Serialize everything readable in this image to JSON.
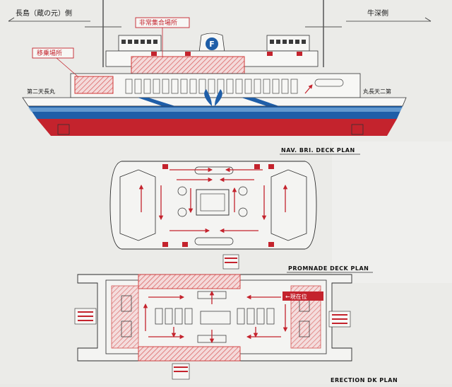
{
  "top_left_label": "長島（蔵の元）側",
  "top_right_label": "牛深側",
  "ship_name_left": "第二天長丸",
  "ship_name_right": "丸長天二第",
  "emergency_assembly_label": "非常集合場所",
  "transfer_place_label": "移乗場所",
  "funnel_logo_letter": "F",
  "plan1_title": "NAV. BRI. DECK PLAN",
  "plan2_title": "PROMNADE DECK PLAN",
  "plan3_title": "ERECTION DK PLAN",
  "current_location_label": "←現在位",
  "colors": {
    "hull_red": "#c4232d",
    "hull_blue": "#1f5ea8",
    "route_red": "#c4232d",
    "hatch_red": "#e07070",
    "outline": "#2a2a2a"
  }
}
